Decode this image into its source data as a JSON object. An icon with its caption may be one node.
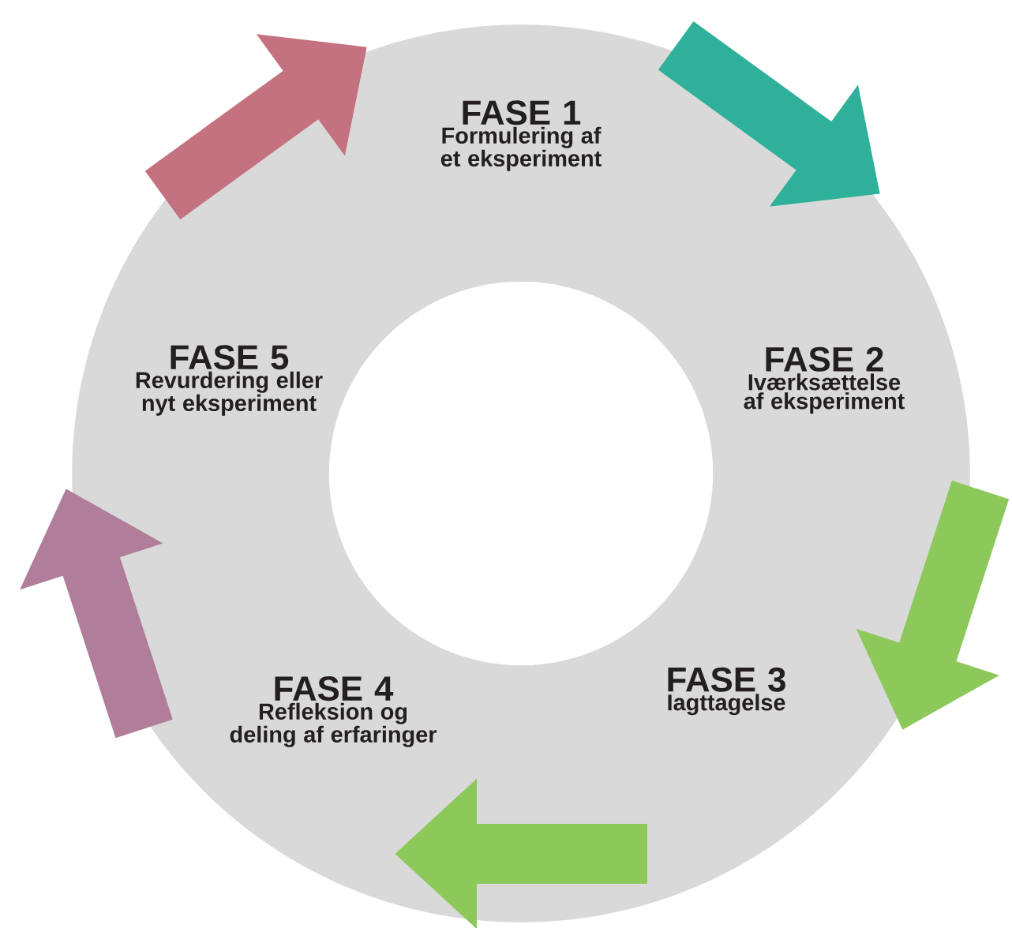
{
  "diagram": {
    "nodes": [
      {
        "text": [
          "FASE 1",
          "Formulering af et eksperiment"
        ]
      },
      {
        "text": [
          "FASE 2",
          "Iværksættelse af eksperiment"
        ]
      },
      {
        "text": [
          "FASE 3",
          "Iagttagelse"
        ]
      },
      {
        "text": [
          "FASE 4",
          "Refleksion og deling af erfaringer"
        ]
      },
      {
        "text": [
          "FASE 5",
          "Revurdering eller nyt eksperiment"
        ]
      }
    ],
    "edges": [
      {
        "from": 0,
        "to": 1,
        "arrow": "to",
        "color": "#2fb09a"
      },
      {
        "from": 1,
        "to": 2,
        "arrow": "to",
        "color": "#8cc85a"
      },
      {
        "from": 2,
        "to": 3,
        "arrow": "to",
        "color": "#8cc85a"
      },
      {
        "from": 3,
        "to": 4,
        "arrow": "to",
        "color": "#b07d9a"
      },
      {
        "from": 4,
        "to": 0,
        "arrow": "to",
        "color": "#c4727f"
      }
    ]
  }
}
